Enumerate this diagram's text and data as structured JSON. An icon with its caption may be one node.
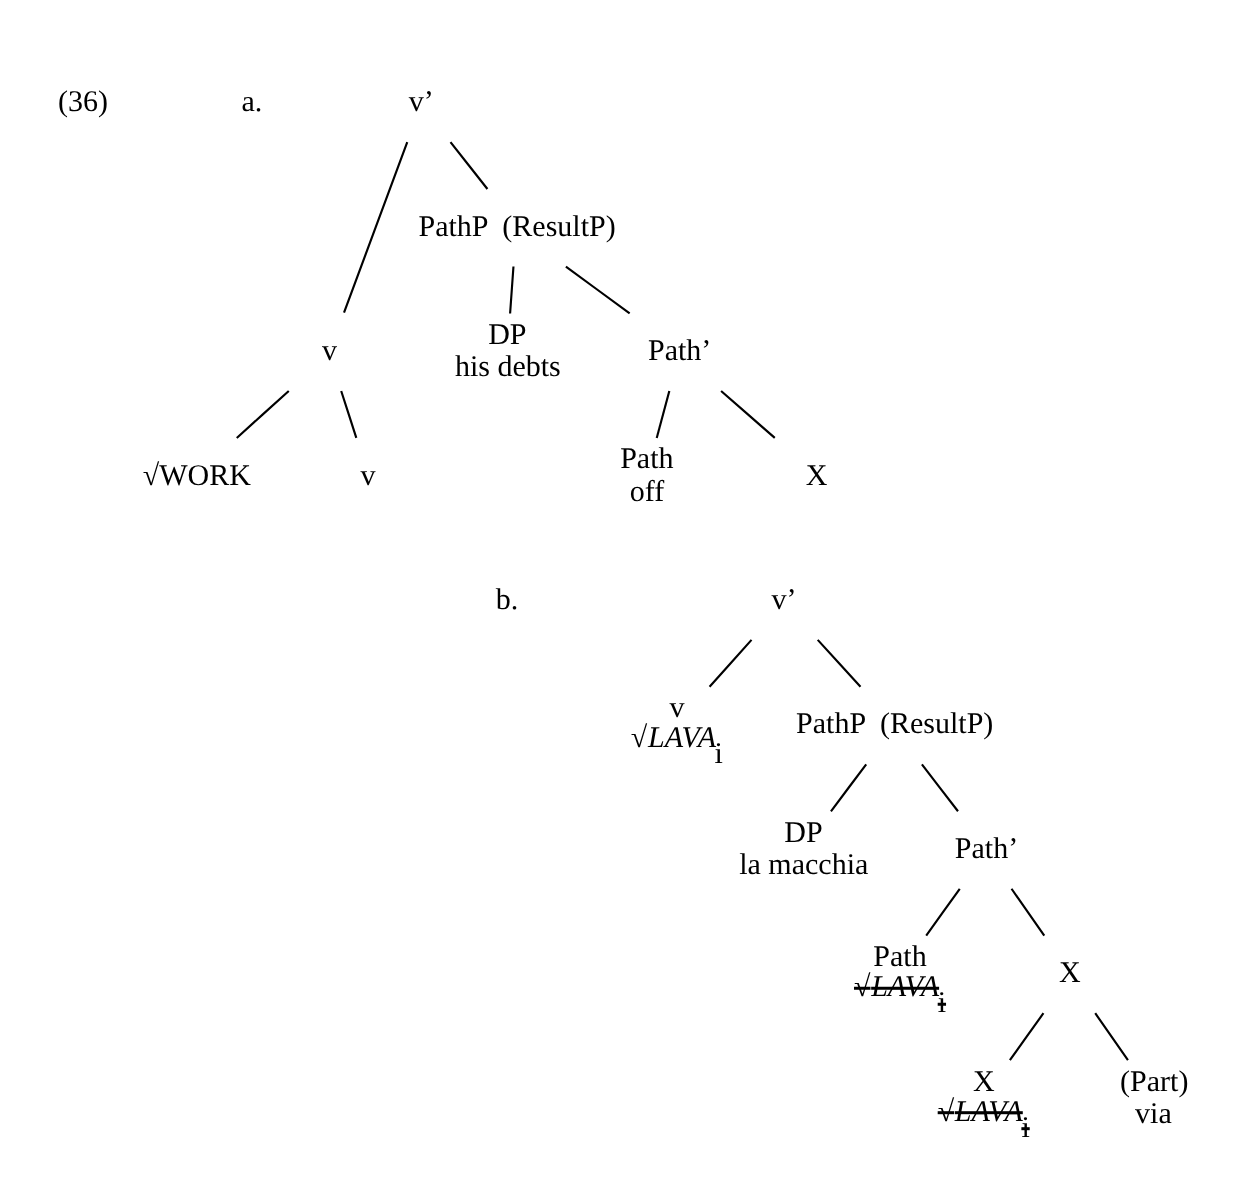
{
  "diagram": {
    "nodes": [
      {
        "text": [
          "v’"
        ]
      },
      {
        "text": [
          "v"
        ]
      },
      {
        "text": [
          "PathP  (ResultP)"
        ]
      },
      {
        "text": [
          "√WORK"
        ]
      },
      {
        "text": [
          "v"
        ]
      },
      {
        "text": [
          "DP"
        ],
        "beside": [
          "his debts"
        ]
      },
      {
        "text": [
          "Path’"
        ]
      },
      {
        "text": [
          "Path"
        ],
        "beside": [
          "off"
        ]
      },
      {
        "text": [
          "X"
        ]
      },
      {
        "text": [
          "v’"
        ]
      },
      {
        "text": [
          "v"
        ],
        "beside": [
          "√*LAVA*$_{i}$"
        ]
      },
      {
        "text": [
          "PathP  (ResultP)"
        ]
      },
      {
        "text": [
          "DP"
        ],
        "beside": [
          "la macchia"
        ]
      },
      {
        "text": [
          "Path’"
        ]
      },
      {
        "text": [
          "Path"
        ],
        "beside": [
          "√*LAVA*$_{i}$"
        ]
      },
      {
        "text": [
          "X"
        ]
      },
      {
        "text": [
          "X"
        ],
        "beside": [
          "√*LAVA*$_{i}$"
        ]
      },
      {
        "text": [
          "(Part)"
        ],
        "beside": [
          "via"
        ]
      }
    ],
    "edges": [
      {
        "from": 0,
        "to": 1,
        "arrow": "none"
      },
      {
        "from": 0,
        "to": 2,
        "arrow": "none"
      },
      {
        "from": 1,
        "to": 3,
        "arrow": "none"
      },
      {
        "from": 1,
        "to": 4,
        "arrow": "none"
      },
      {
        "from": 2,
        "to": 5,
        "arrow": "none"
      },
      {
        "from": 2,
        "to": 6,
        "arrow": "none"
      },
      {
        "from": 6,
        "to": 7,
        "arrow": "none"
      },
      {
        "from": 6,
        "to": 8,
        "arrow": "none"
      },
      {
        "from": 9,
        "to": 10,
        "arrow": "none"
      },
      {
        "from": 9,
        "to": 11,
        "arrow": "none"
      },
      {
        "from": 11,
        "to": 12,
        "arrow": "none"
      },
      {
        "from": 11,
        "to": 13,
        "arrow": "none"
      },
      {
        "from": 13,
        "to": 14,
        "arrow": "none"
      },
      {
        "from": 13,
        "to": 15,
        "arrow": "none"
      },
      {
        "from": 15,
        "to": 16,
        "arrow": "none"
      },
      {
        "from": 15,
        "to": 17,
        "arrow": "none"
      }
    ],
    "labels": [
      "(36)",
      "a.",
      "b."
    ]
  }
}
